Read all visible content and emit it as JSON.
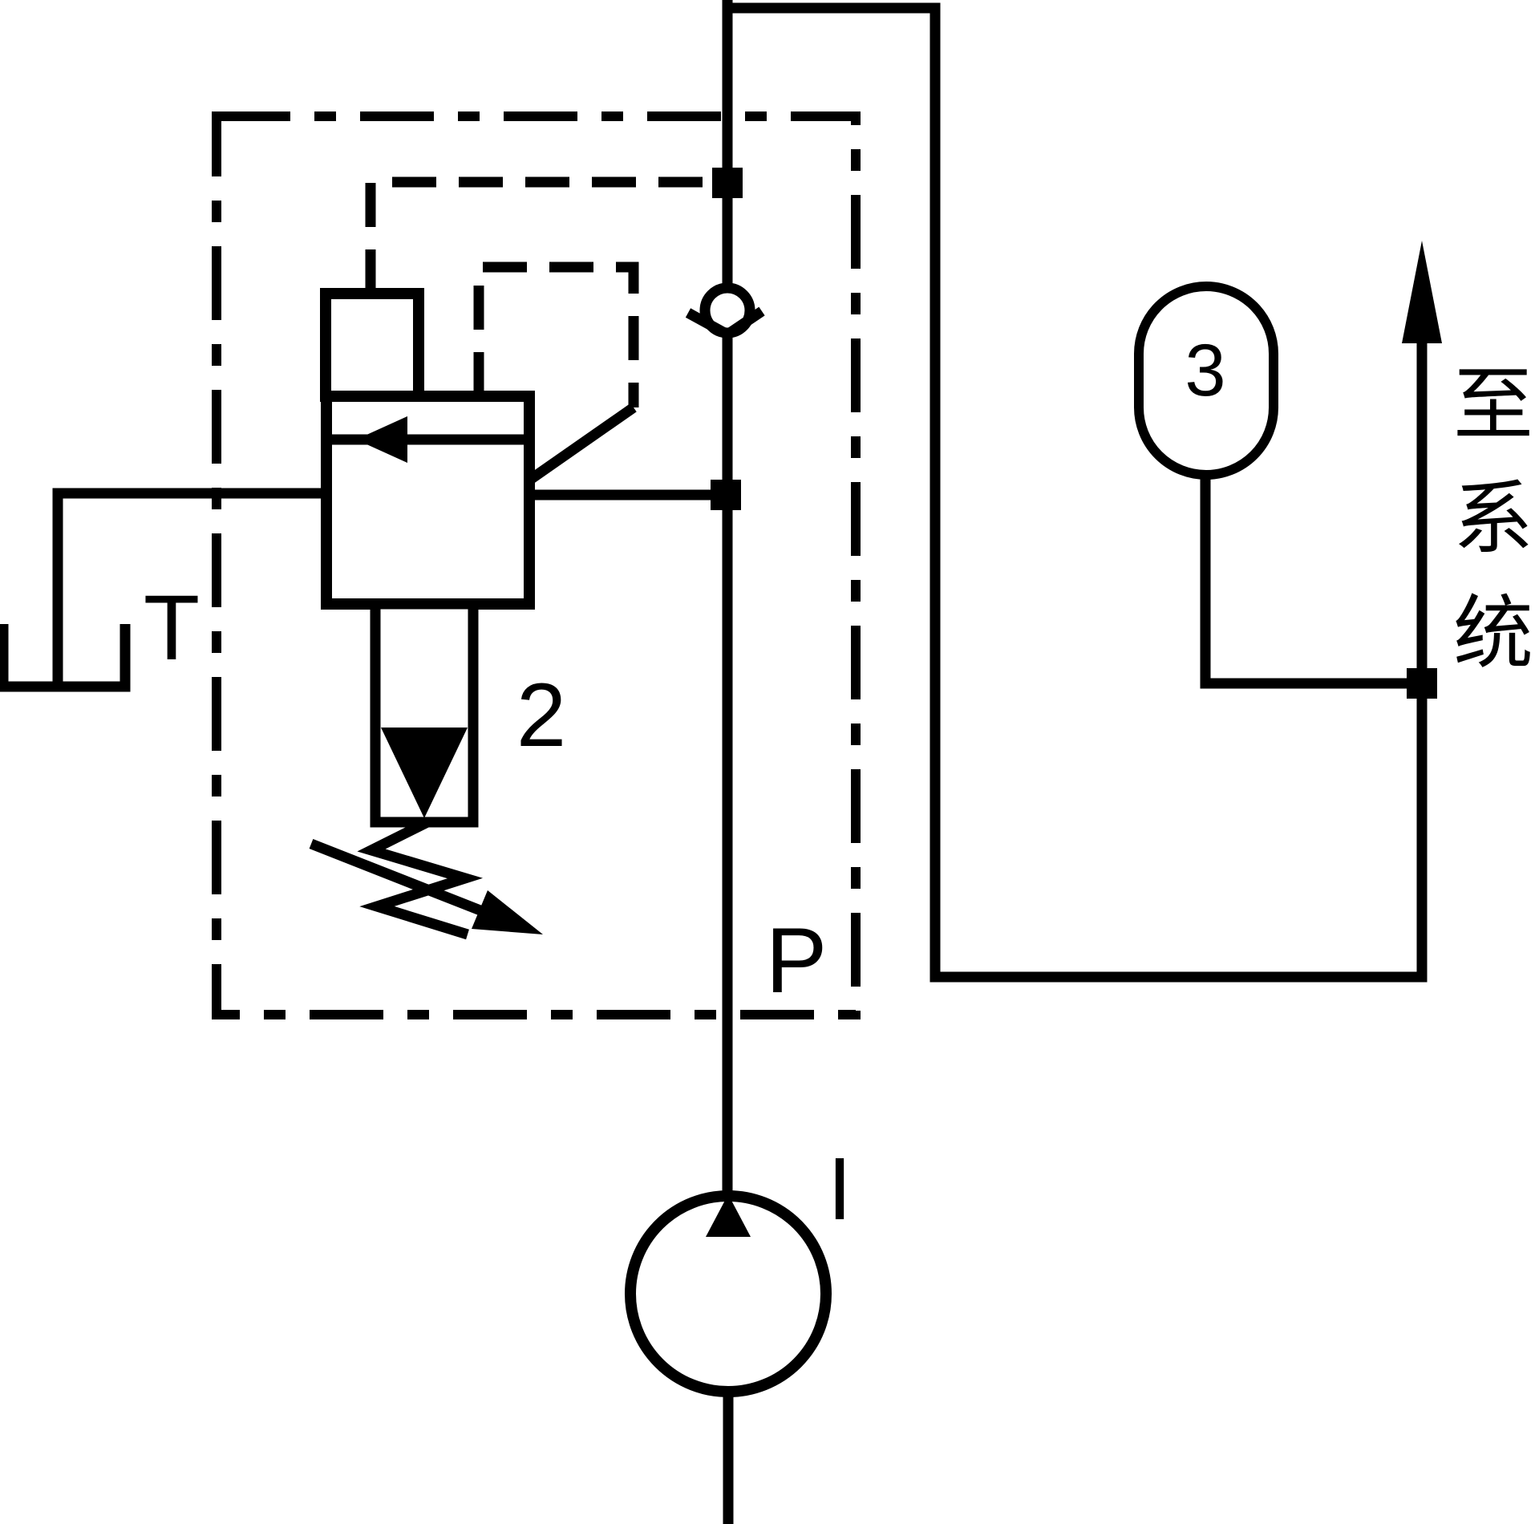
{
  "diagram": {
    "title": "hydraulic-unloading-circuit-schematic",
    "background_color": "#ffffff",
    "line_color": "#000000",
    "labels": {
      "tank_port": "T",
      "unloading_valve_id": "2",
      "pressure_port": "P",
      "pump_id": "I",
      "accumulator_id": "3",
      "to_system": "至系统",
      "to_system_chars": [
        "至",
        "系",
        "统"
      ]
    },
    "components": {
      "valve_block_boundary": "dash-dot enclosure",
      "pilot_lines": "dashed",
      "check_valve": "ball-in-seat on P line",
      "pump": "circle with upward flow triangle",
      "accumulator": "capsule shape",
      "spring": "adjustable zigzag with arrow",
      "tank": "open U symbol"
    }
  }
}
